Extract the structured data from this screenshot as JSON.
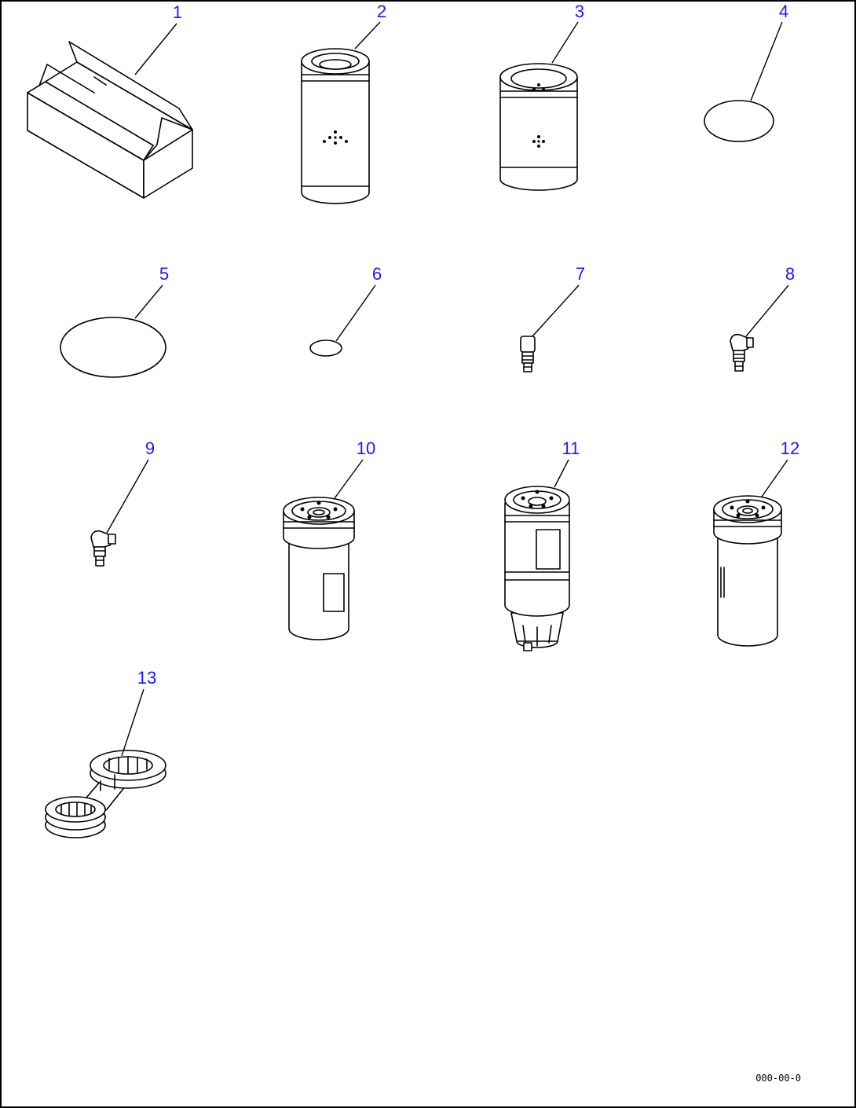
{
  "diagram": {
    "callouts": [
      "1",
      "2",
      "3",
      "4",
      "5",
      "6",
      "7",
      "8",
      "9",
      "10",
      "11",
      "12",
      "13"
    ],
    "drawing_code": "000-00-0",
    "parts": [
      {
        "callout": "1",
        "icon": "carton-box-icon"
      },
      {
        "callout": "2",
        "icon": "tall-cartridge-filter-icon"
      },
      {
        "callout": "3",
        "icon": "short-cartridge-filter-icon"
      },
      {
        "callout": "4",
        "icon": "small-o-ring-icon"
      },
      {
        "callout": "5",
        "icon": "large-o-ring-icon"
      },
      {
        "callout": "6",
        "icon": "tiny-o-ring-icon"
      },
      {
        "callout": "7",
        "icon": "straight-fitting-icon"
      },
      {
        "callout": "8",
        "icon": "elbow-fitting-icon"
      },
      {
        "callout": "9",
        "icon": "elbow-fitting-icon"
      },
      {
        "callout": "10",
        "icon": "spin-on-filter-icon"
      },
      {
        "callout": "11",
        "icon": "fuel-water-separator-icon"
      },
      {
        "callout": "12",
        "icon": "spin-on-filter-icon"
      },
      {
        "callout": "13",
        "icon": "filter-wrench-icon"
      }
    ]
  }
}
